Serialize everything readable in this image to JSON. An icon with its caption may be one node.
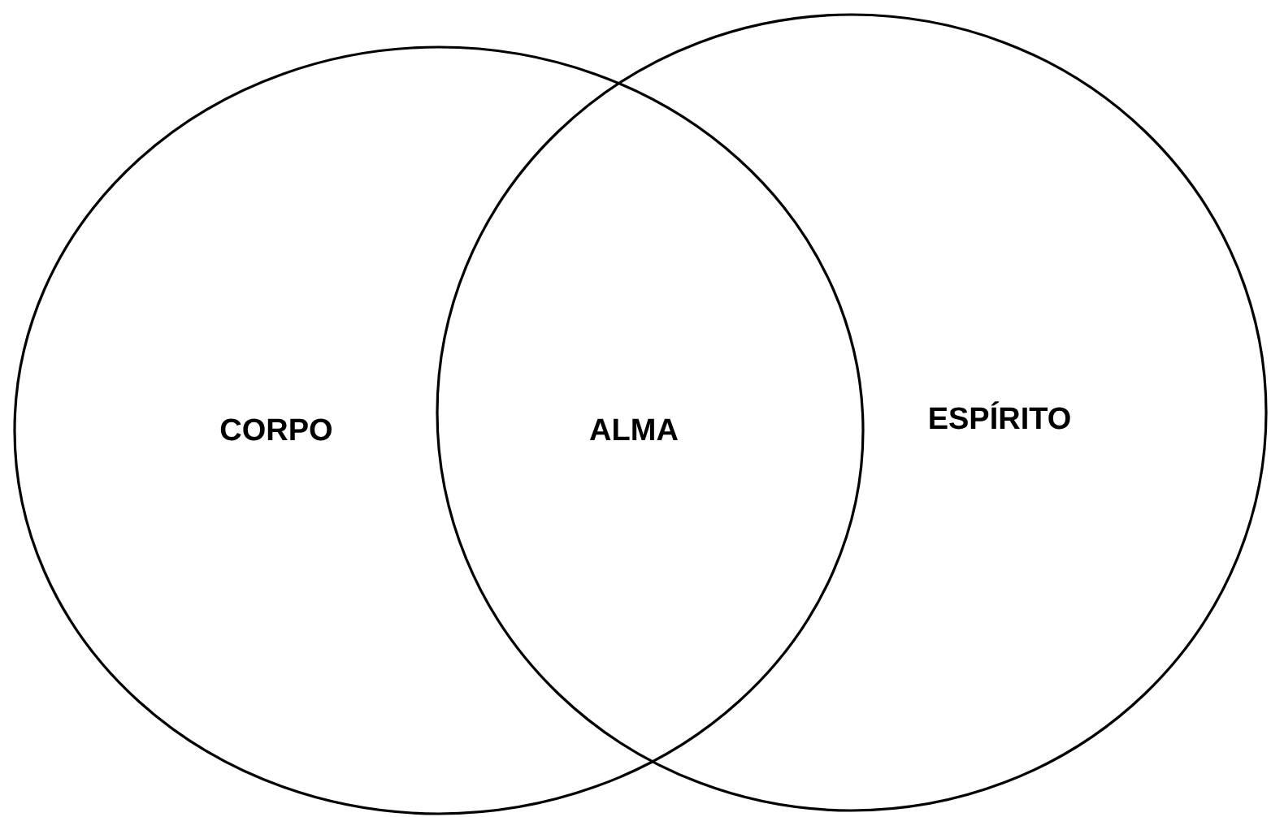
{
  "diagram": {
    "nodes": [
      {
        "text": [
          "CORPO"
        ]
      },
      {
        "text": [
          "ESPÍRITO"
        ]
      }
    ],
    "edges": [],
    "labels": [
      "ALMA"
    ]
  }
}
